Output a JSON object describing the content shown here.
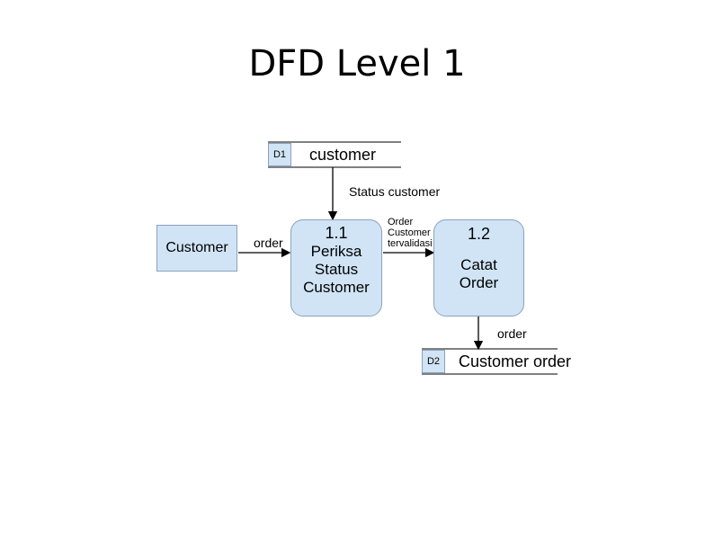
{
  "title": "DFD Level 1",
  "stores": {
    "d1": {
      "id": "D1",
      "name": "customer"
    },
    "d2": {
      "id": "D2",
      "name": "Customer order"
    }
  },
  "entities": {
    "customer": {
      "name": "Customer"
    }
  },
  "processes": {
    "p1": {
      "id": "1.1",
      "name_lines": [
        "Periksa",
        "Status",
        "Customer"
      ]
    },
    "p2": {
      "id": "1.2",
      "name_lines": [
        "Catat",
        "Order"
      ]
    }
  },
  "flows": {
    "status_customer": "Status customer",
    "order_in": "order",
    "validated": [
      "Order",
      "Customer",
      "tervalidasi"
    ],
    "order_out": "order"
  },
  "colors": {
    "fill": "#d0e4f5",
    "border": "#8aa2bd",
    "line": "#000000"
  }
}
